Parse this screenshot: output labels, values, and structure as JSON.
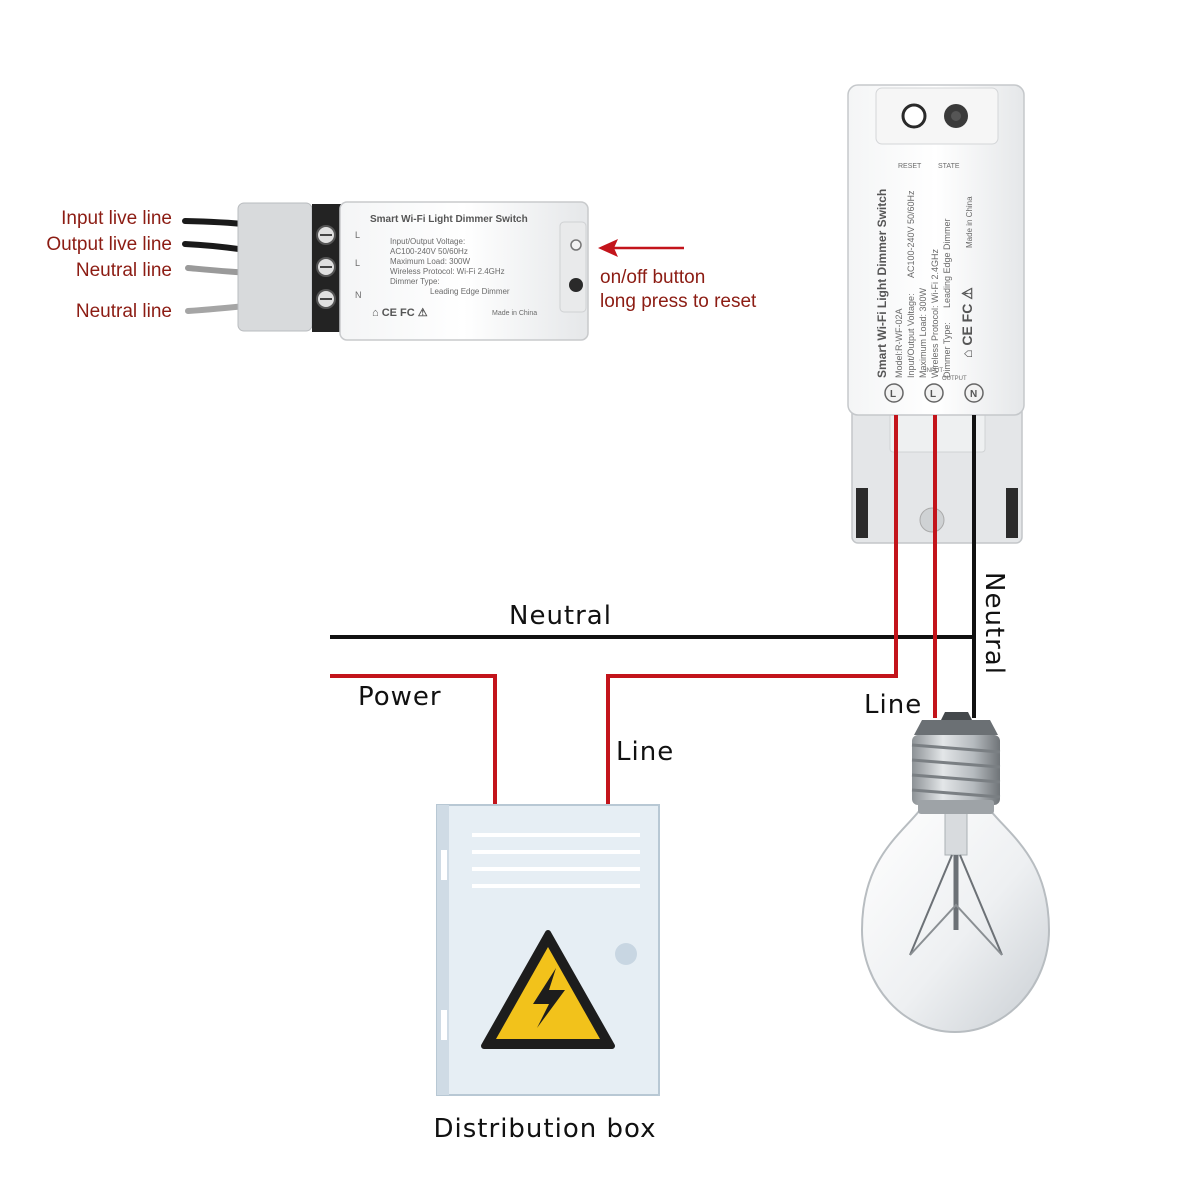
{
  "colors": {
    "live_wire": "#c3141b",
    "neutral_wire": "#111111",
    "callout_text": "#8c1c13",
    "box_fill": "#e6eef4",
    "warning_yellow": "#f2c21b"
  },
  "small_module": {
    "callouts": {
      "input_live": "Input live line",
      "output_live": "Output live line",
      "neutral_1": "Neutral line",
      "neutral_2": "Neutral line",
      "button": "on/off button",
      "button_note": "long press to reset"
    },
    "print": {
      "title": "Smart Wi-Fi Light Dimmer Switch",
      "spec_1": "Input/Output Voltage:",
      "spec_2": "AC100-240V 50/60Hz",
      "spec_3": "Maximum Load: 300W",
      "spec_4": "Wireless Protocol: Wi-Fi 2.4GHz",
      "spec_5": "Dimmer Type:",
      "spec_6": "Leading Edge Dimmer",
      "made": "Made in China",
      "terminal_l1": "L",
      "terminal_l2": "L",
      "terminal_n": "N",
      "marks": "⌂ CE FC ⚠"
    }
  },
  "large_module": {
    "print": {
      "title": "Smart Wi-Fi Light Dimmer Switch",
      "model": "Model:R-WF-02A",
      "spec_1": "Input/Output Voltage:",
      "spec_2": "AC100-240V 50/60Hz",
      "spec_3": "Maximum Load: 300W",
      "spec_4": "Wireless Protocol: Wi-Fi 2.4GHz",
      "spec_5": "Dimmer Type:",
      "spec_6": "Leading Edge Dimmer",
      "made": "Made in China",
      "reset": "RESET",
      "state": "STATE",
      "input": "INPUT",
      "output": "OUTPUT",
      "terminal_l1": "L",
      "terminal_l2": "L",
      "terminal_n": "N",
      "marks": "⌂ CE FC ⚠"
    }
  },
  "wires": {
    "neutral_top": "Neutral",
    "neutral_vertical": "Neutral",
    "power": "Power",
    "line_box": "Line",
    "line_bulb": "Line"
  },
  "distribution_box": {
    "label": "Distribution box",
    "warning_icon": "high-voltage-icon"
  },
  "bulb": {
    "icon": "light-bulb-icon"
  }
}
